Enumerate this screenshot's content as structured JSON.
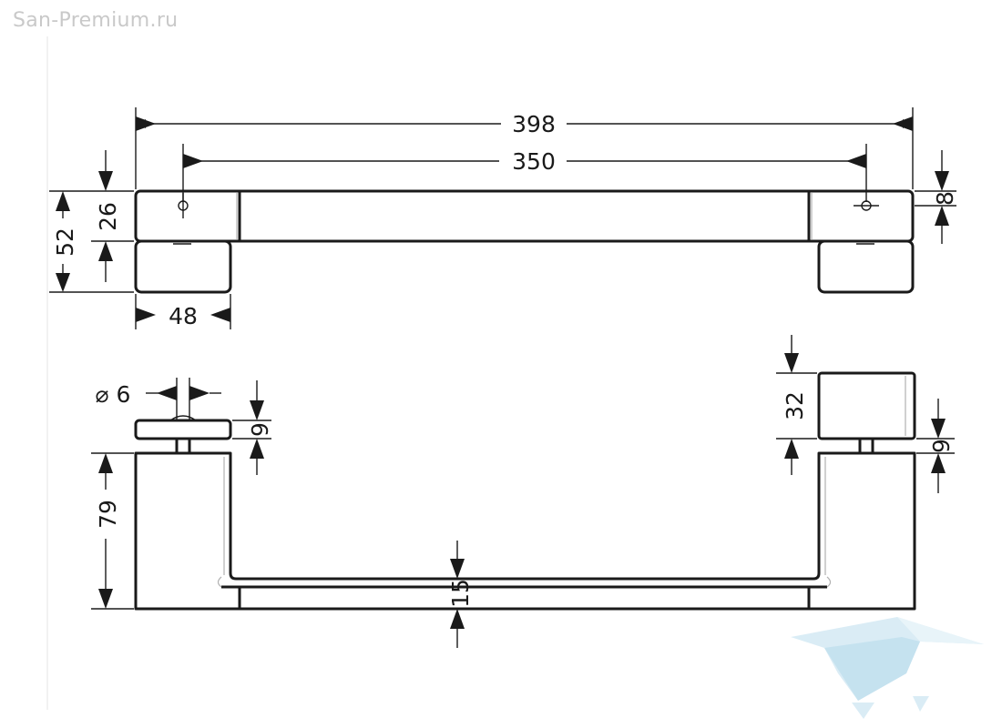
{
  "watermark": "San-Premium.ru",
  "dimensions": {
    "overall_length": "398",
    "hole_spacing": "350",
    "total_height": "52",
    "bar_height": "26",
    "foot_width": "48",
    "hole_offset": "8",
    "screw_diameter": "⌀ 6",
    "cap_thickness_left": "9",
    "cap_thickness_right": "9",
    "projection": "79",
    "cap_height": "32",
    "bar_thickness": "15"
  },
  "colors": {
    "line": "#1a1a1a",
    "watermark": "#c9c9c9",
    "logo": "#cfe6f2"
  },
  "logo_icon": "bathtub-logo-icon"
}
